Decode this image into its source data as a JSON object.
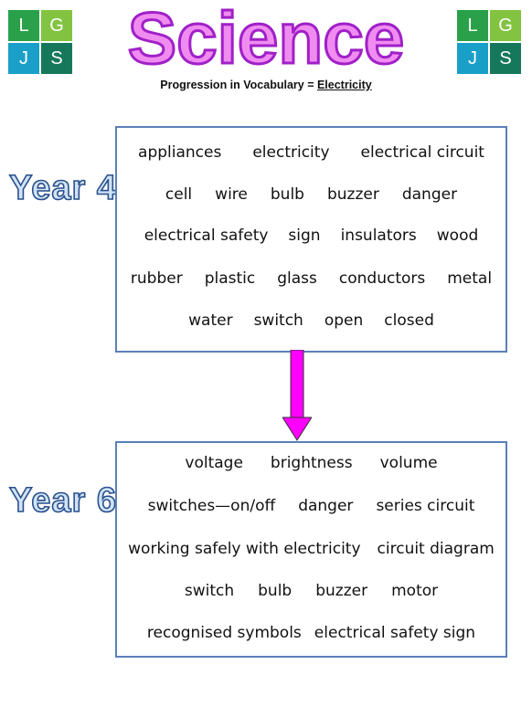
{
  "logo": {
    "letters": [
      "L",
      "G",
      "J",
      "S"
    ],
    "colors": [
      "#2aa04a",
      "#82c341",
      "#1aa0c8",
      "#16785a"
    ]
  },
  "header": {
    "title": "Science",
    "subtitle_prefix": "Progression in Vocabulary = ",
    "subtitle_topic": "Electricity"
  },
  "year4": {
    "label": "Year 4",
    "rows": [
      [
        "appliances",
        "electricity",
        "electrical circuit"
      ],
      [
        "cell",
        "wire",
        "bulb",
        "buzzer",
        "danger"
      ],
      [
        "electrical safety",
        "sign",
        "insulators",
        "wood"
      ],
      [
        "rubber",
        "plastic",
        "glass",
        "conductors",
        "metal"
      ],
      [
        "water",
        "switch",
        "open",
        "closed"
      ]
    ]
  },
  "year6": {
    "label": "Year 6",
    "rows": [
      [
        "voltage",
        "brightness",
        "volume"
      ],
      [
        "switches—on/off",
        "danger",
        "series circuit"
      ],
      [
        "working safely with electricity",
        "circuit diagram"
      ],
      [
        "switch",
        "bulb",
        "buzzer",
        "motor"
      ],
      [
        "recognised symbols",
        "electrical safety sign"
      ]
    ]
  },
  "colors": {
    "arrow": "#ff00ff",
    "box_border": "#5b80b8",
    "title_fill": "#f08cf0"
  }
}
